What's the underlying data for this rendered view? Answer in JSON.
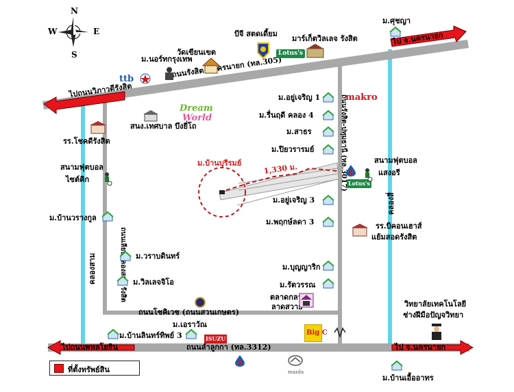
{
  "compass": {
    "n": "N",
    "s": "S",
    "e": "E",
    "w": "W"
  },
  "roads": {
    "rangsit_nakhon_nayok": "ถนนรังสิต - นครนายก (ทล.305)",
    "to_rangsit_left": "ไปถนนวิภาวดีรังสิต",
    "to_nakhon_nayok_top": "ไป จ.นครนายก",
    "lam_luk_ka": "ถนนลำลูกกา (ทล.3312)",
    "to_phahonyothin": "ไปถนนพหลโยธิน",
    "to_nakhon_nayok_bottom": "ไป จ.นครนายก",
    "chokechai": "ถนนโชคิเวช (ถนนสวนเกษตร)",
    "khlong_sam": "คลองสาม",
    "khlong_si": "คลองสี่",
    "left_vertical": "ถนนเลียบคลองสาม รังสิต",
    "right_vertical": "ถนนรังสิต-ปทุมธานี (ทล.3017)"
  },
  "places": {
    "mukchaya": "ม.ศุชญา",
    "bg_sadeam": "บีจี สตดเดี้ยม",
    "market_village": "มาร์เก็ตวิลเลจ รังสิต",
    "lotus_top": "Lotus's",
    "wat_khian": "วัดเขียนเขต",
    "nor_krungthep": "ม.นอร์ทกรุงเทพ",
    "ttb": "ttb",
    "makro": "makro",
    "yuu_charoen_1": "ม.อยู่เจริญ 1",
    "rueandee_klong4": "ม.รื่นฤดี คลอง 4",
    "satara": "ม.สาธร",
    "piyawarom": "ม.ปิยวรารมย์",
    "chokdee_school": "รร.โชคดีรังสิต",
    "municipal_office": "สนง.เทศบาล บึงยี่โถ",
    "dream_world_1": "Dream",
    "dream_world_2": "World",
    "target_home": "ม.บ้านบุรีรมย์",
    "distance": "1,330 ม.",
    "football_left_1": "สนามฟุตบอล",
    "football_left_2": "ไซต์คิก",
    "football_right_1": "สนามฟุตบอล",
    "football_right_2": "แสงอรี",
    "lotus_right": "Lotus's",
    "yuu_charoen_3": "ม.อยู่เจริญ 3",
    "phruksa_3": "ม.พฤกษ์ลดา 3",
    "baan_warangkun": "ม.บ้านวรางกูล",
    "bilingual_school_1": "รร.บิคอนเฮาส์",
    "bilingual_school_2": "แย้มสอดรังสิต",
    "warabodin": "ม.วราบดินทร์",
    "villaggio": "ม.วิลเลจจิโอ",
    "bunnyarit": "ม.บุญญาริก",
    "ratwaran": "ม.รัตวรรณ",
    "market_1": "ตลาดกลาง",
    "market_2": "ลาดสวาย",
    "tech_college_1": "วิทยาลัยเทคโนโลยี",
    "tech_college_2": "ช่างฝีมือปัญจวิทยา",
    "baan_linthip": "ม.บ้านลินทร์ทิพย์ 3",
    "eurawan": "ม.เอราวัณ",
    "isuzu": "ISUZU",
    "bigc": "Big C",
    "baan_ueaarthon": "ม.บ้านเอื้ออาทร",
    "mazda": "mazda"
  },
  "legend": {
    "label": "ที่ตั้งทรัพย์สิน",
    "color": "#e8141b"
  },
  "colors": {
    "road": "#a8a8a8",
    "canal": "#5fd6e8",
    "arrow": "#e8141b",
    "radius": "#c0151a"
  }
}
